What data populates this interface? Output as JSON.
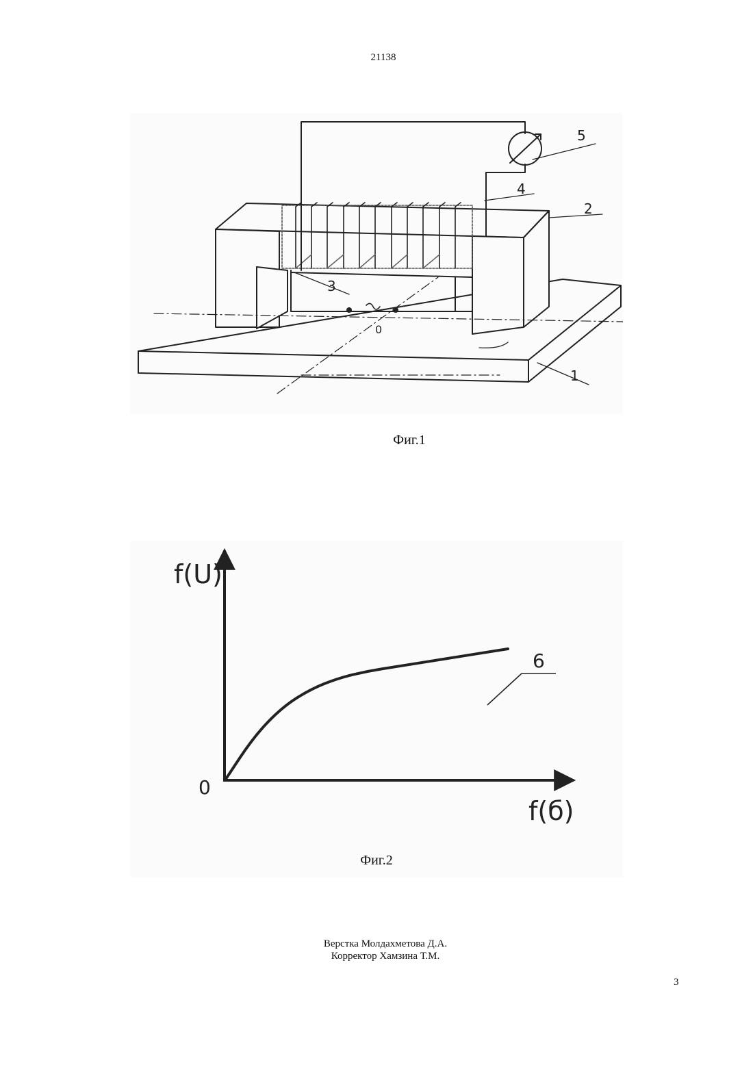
{
  "header": {
    "patent_number": "21138"
  },
  "figure1": {
    "caption": "Фиг.1",
    "labels": [
      "5",
      "4",
      "2",
      "3",
      "1",
      "0"
    ]
  },
  "figure2": {
    "caption": "Фиг.2",
    "y_axis_label": "f(U)",
    "x_axis_label": "f(б)",
    "origin_label": "0",
    "curve_label": "6"
  },
  "chart_data": {
    "type": "line",
    "title": "",
    "xlabel": "f(б)",
    "ylabel": "f(U)",
    "origin": "0",
    "series": [
      {
        "name": "6",
        "x": [
          0.0,
          0.1,
          0.2,
          0.3,
          0.4,
          0.5,
          0.6,
          0.7,
          0.8,
          0.9,
          1.0
        ],
        "y": [
          0.0,
          0.19,
          0.32,
          0.4,
          0.45,
          0.48,
          0.5,
          0.52,
          0.54,
          0.56,
          0.58
        ]
      }
    ],
    "xlim": [
      0,
      1.1
    ],
    "ylim": [
      0,
      1.0
    ],
    "grid": false
  },
  "footer": {
    "layout_credit": "Верстка Молдахметова Д.А.",
    "proof_credit": "Корректор Хамзина Т.М.",
    "page_number": "3"
  }
}
